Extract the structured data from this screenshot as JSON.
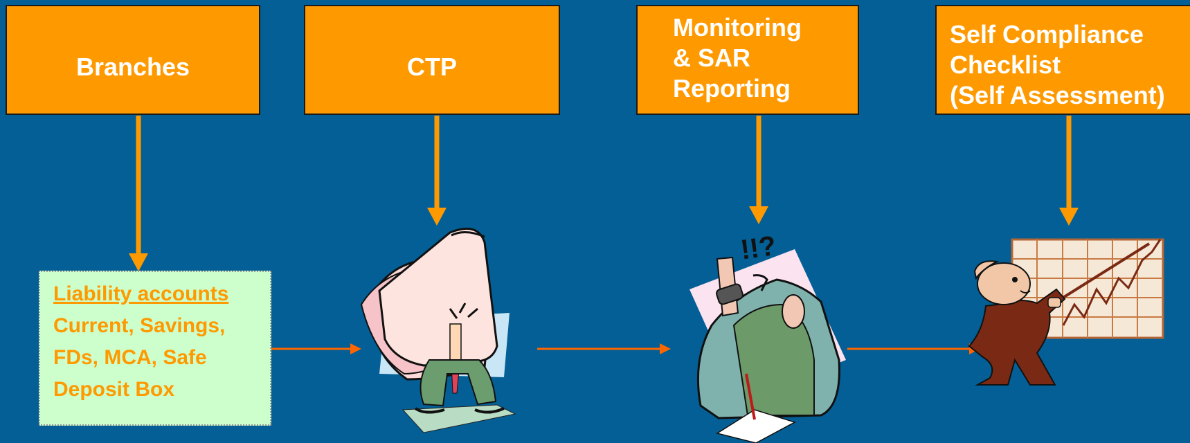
{
  "boxes": [
    {
      "lines": [
        "Branches"
      ]
    },
    {
      "lines": [
        "CTP"
      ]
    },
    {
      "lines": [
        "Monitoring",
        "& SAR",
        "Reporting"
      ]
    },
    {
      "lines": [
        "Self Compliance",
        "Checklist",
        "(Self Assessment)"
      ]
    }
  ],
  "note": {
    "title": "Liability accounts",
    "lines": [
      "Current, Savings,",
      "FDs, MCA, Safe",
      "Deposit Box"
    ]
  },
  "icons": [
    "folder-man-icon",
    "surprised-men-icon",
    "presenter-chart-icon"
  ],
  "colors": {
    "background": "#035F95",
    "box_fill": "#FF9900",
    "arrow_orange": "#FF9900",
    "flow_arrow": "#FF6600",
    "note_fill": "#CCFFCC",
    "box_text": "#FFFFFF"
  }
}
